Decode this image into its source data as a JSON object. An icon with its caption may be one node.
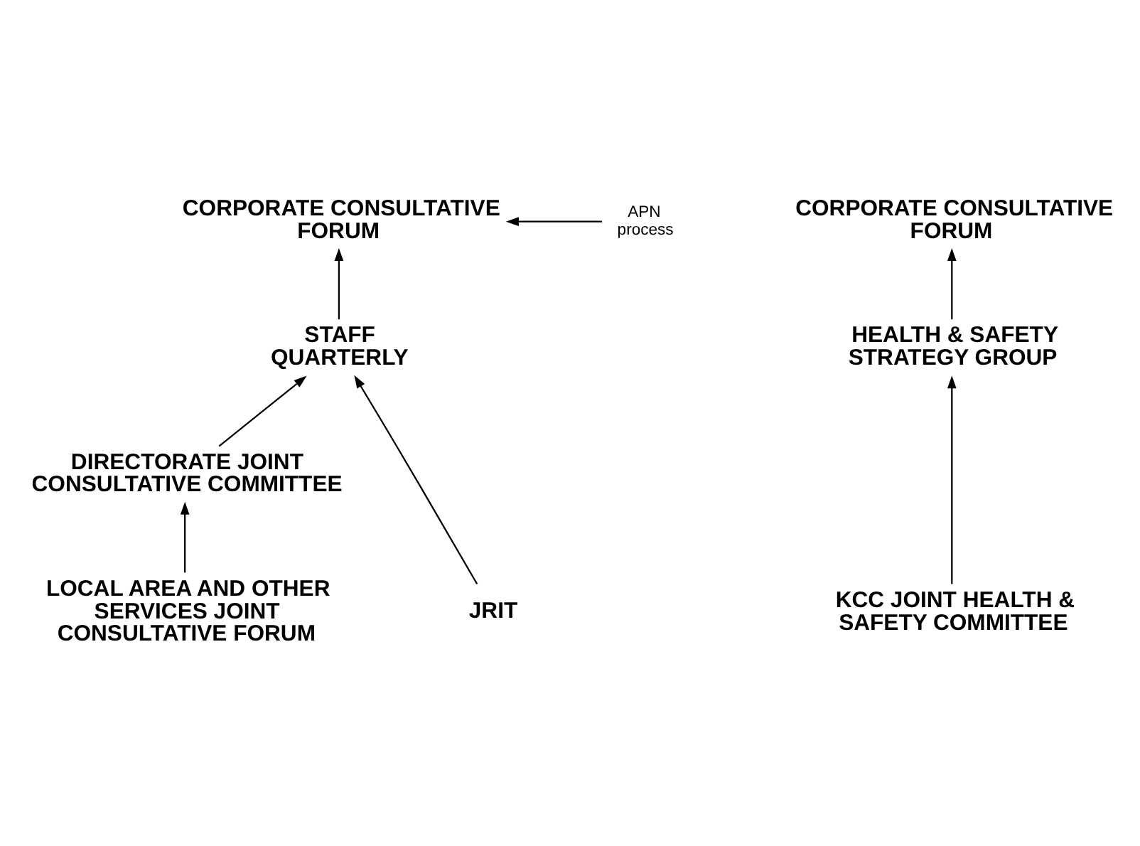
{
  "diagram": {
    "nodes": [
      {
        "text": [
          "CORPORATE CONSULTATIVE FORUM"
        ]
      },
      {
        "text": [
          "APN process"
        ]
      },
      {
        "text": [
          "STAFF QUARTERLY"
        ]
      },
      {
        "text": [
          "DIRECTORATE JOINT CONSULTATIVE COMMITTEE"
        ]
      },
      {
        "text": [
          "LOCAL AREA AND OTHER SERVICES JOINT CONSULTATIVE FORUM"
        ]
      },
      {
        "text": [
          "JRIT"
        ]
      },
      {
        "text": [
          "CORPORATE CONSULTATIVE FORUM"
        ]
      },
      {
        "text": [
          "HEALTH & SAFETY STRATEGY GROUP"
        ]
      },
      {
        "text": [
          "KCC JOINT HEALTH & SAFETY COMMITTEE"
        ]
      }
    ],
    "edges": [
      {
        "from": 1,
        "to": 0,
        "arrow": "to"
      },
      {
        "from": 2,
        "to": 0,
        "arrow": "to"
      },
      {
        "from": 3,
        "to": 2,
        "arrow": "to"
      },
      {
        "from": 4,
        "to": 3,
        "arrow": "to"
      },
      {
        "from": 5,
        "to": 2,
        "arrow": "to"
      },
      {
        "from": 7,
        "to": 6,
        "arrow": "to"
      },
      {
        "from": 8,
        "to": 7,
        "arrow": "to"
      }
    ]
  }
}
